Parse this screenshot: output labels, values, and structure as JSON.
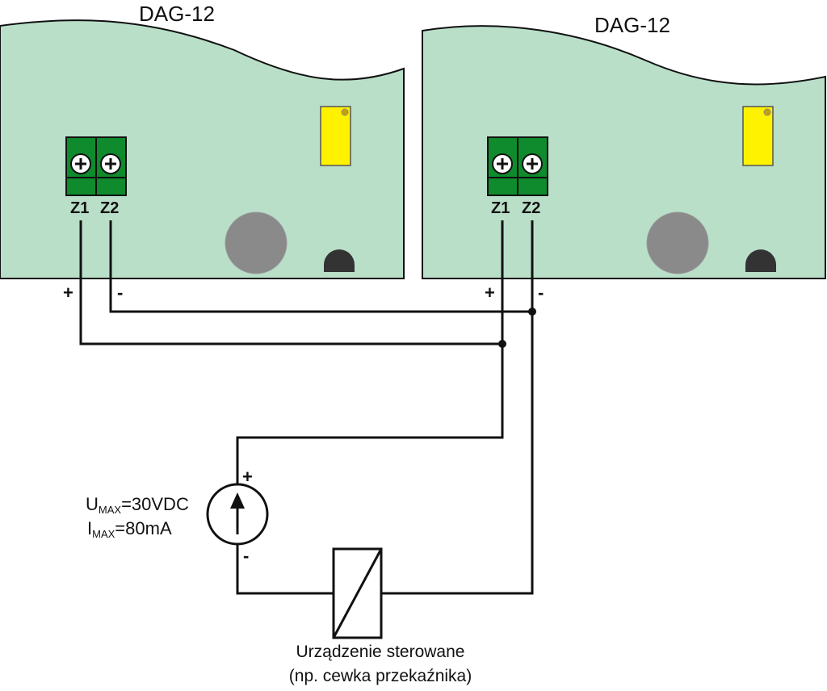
{
  "modules": [
    {
      "title": "DAG-12",
      "terminal_labels": [
        "Z1",
        "Z2"
      ],
      "polarity": {
        "plus": "+",
        "minus": "-"
      }
    },
    {
      "title": "DAG-12",
      "terminal_labels": [
        "Z1",
        "Z2"
      ],
      "polarity": {
        "plus": "+",
        "minus": "-"
      }
    }
  ],
  "colors": {
    "board": "#b9dfc9",
    "terminal_block": "#0f8a2c",
    "yellow_component": "#fff200",
    "gray_circle": "#8a8a8a",
    "dark_component": "#333333",
    "wire": "#111111"
  },
  "source": {
    "plus": "+",
    "minus": "-",
    "u_main": "U",
    "u_sub": "MAX",
    "u_value": "=30VDC",
    "i_main": "I",
    "i_sub": "MAX",
    "i_value": "=80mA"
  },
  "load": {
    "caption_line1": "Urządzenie sterowane",
    "caption_line2": "(np. cewka przekaźnika)"
  }
}
